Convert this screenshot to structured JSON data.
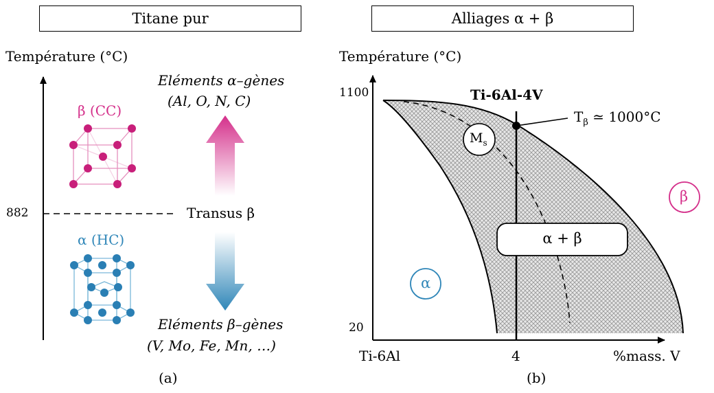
{
  "panel_a": {
    "title": "Titane pur",
    "y_axis_label": "Température (°C)",
    "tick_882": "882",
    "transus": "Transus β",
    "beta_phase": "β (CC)",
    "alpha_phase": "α (HC)",
    "alpha_genes_title": "Eléments α–gènes",
    "alpha_genes_list": "(Al, O, N, C)",
    "beta_genes_title": "Eléments β–gènes",
    "beta_genes_list": "(V, Mo, Fe, Mn, …)",
    "caption": "(a)"
  },
  "panel_b": {
    "title": "Alliages α + β",
    "y_axis_label": "Température (°C)",
    "y_tick_top": "1100",
    "y_tick_bottom": "20",
    "x_tick_left": "Ti-6Al",
    "x_tick_mid": "4",
    "x_axis_label": "%mass. V",
    "alloy_label": "Ti-6Al-4V",
    "tbeta_label": "T",
    "tbeta_sub": "β",
    "tbeta_value": " ≃ 1000°C",
    "ms_label": "M",
    "ms_sub": "s",
    "alpha_region": "α",
    "beta_region": "β",
    "alpha_beta_region": "α + β",
    "caption": "(b)"
  },
  "colors": {
    "beta_pink": "#d42f8a",
    "alpha_blue": "#2f86b8",
    "hatch_gray": "#b9b9b9"
  }
}
